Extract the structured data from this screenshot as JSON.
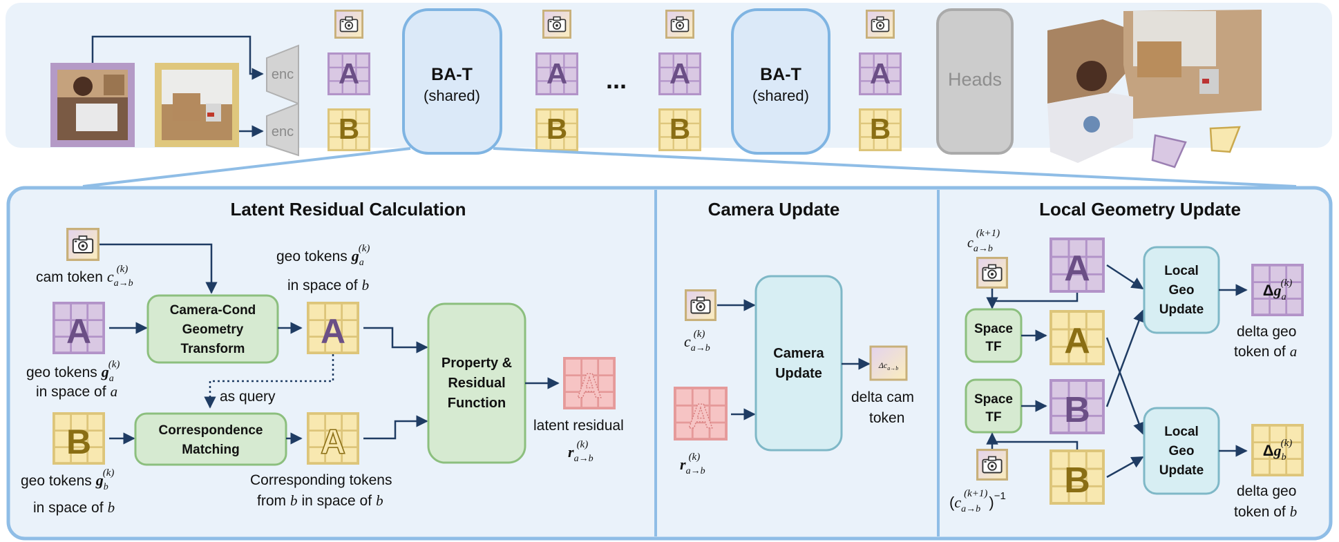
{
  "colors": {
    "panel_bg": "#eaf2fa",
    "panel_border": "#8fbde6",
    "box_green_fill": "#d6ead1",
    "box_green_stroke": "#8cbf7e",
    "box_teal_fill": "#d7eef3",
    "box_teal_stroke": "#7fb8c7",
    "bat_fill": "#dbe9f8",
    "bat_stroke": "#7fb4e2",
    "heads_fill": "#cccccc",
    "heads_stroke": "#aaaaaa",
    "token_a_fill": "#d9c8e3",
    "token_a_stroke": "#b293c8",
    "token_a_letter": "#6b4f86",
    "token_b_fill": "#f8e8b0",
    "token_b_stroke": "#ddc57a",
    "token_b_letter": "#8a6e14",
    "residual_fill": "#f6c4c4",
    "residual_stroke": "#e59a9a",
    "arrow": "#1f3c63"
  },
  "icons": {
    "camera": "camera-icon",
    "token_grid": "token-grid-icon"
  },
  "top": {
    "enc_a": "enc",
    "enc_b": "enc",
    "token_a_letter": "A",
    "token_b_letter": "B",
    "ellipsis": "...",
    "bat1_title": "BA-T",
    "bat1_sub": "(shared)",
    "bat2_title": "BA-T",
    "bat2_sub": "(shared)",
    "heads": "Heads"
  },
  "latent": {
    "title": "Latent Residual Calculation",
    "cam_token_label": "cam token",
    "geo_tokens_a_label_1": "geo tokens",
    "geo_tokens_a_label_2": "in space of",
    "geo_a_space_var": "a",
    "geo_tokens_b_label_1": "geo tokens",
    "geo_tokens_b_label_2": "in space of",
    "geo_b_space_var": "b",
    "geo_in_b_label_1": "geo tokens",
    "geo_in_b_label_2": "in space of",
    "geo_in_b_var": "b",
    "camera_cond_box": [
      "Camera-Cond",
      "Geometry",
      "Transform"
    ],
    "correspondence_box": [
      "Correspondence",
      "Matching"
    ],
    "as_query": "as query",
    "corresponding_1": "Corresponding tokens",
    "corresponding_2_pre": "from",
    "corresponding_2_var": "b",
    "corresponding_2_mid": "in space of",
    "corresponding_2_var2": "b",
    "property_box": [
      "Property &",
      "Residual",
      "Function"
    ],
    "latent_residual": "latent residual"
  },
  "camera": {
    "title": "Camera Update",
    "box": [
      "Camera",
      "Update"
    ],
    "delta_cam_1": "delta cam",
    "delta_cam_2": "token"
  },
  "local": {
    "title": "Local Geometry Update",
    "space_tf": [
      "Space",
      "TF"
    ],
    "local_geo": [
      "Local",
      "Geo",
      "Update"
    ],
    "delta_geo_a_1": "delta geo",
    "delta_geo_a_2": "token of",
    "delta_geo_a_var": "a",
    "delta_geo_b_1": "delta geo",
    "delta_geo_b_2": "token of",
    "delta_geo_b_var": "b"
  }
}
